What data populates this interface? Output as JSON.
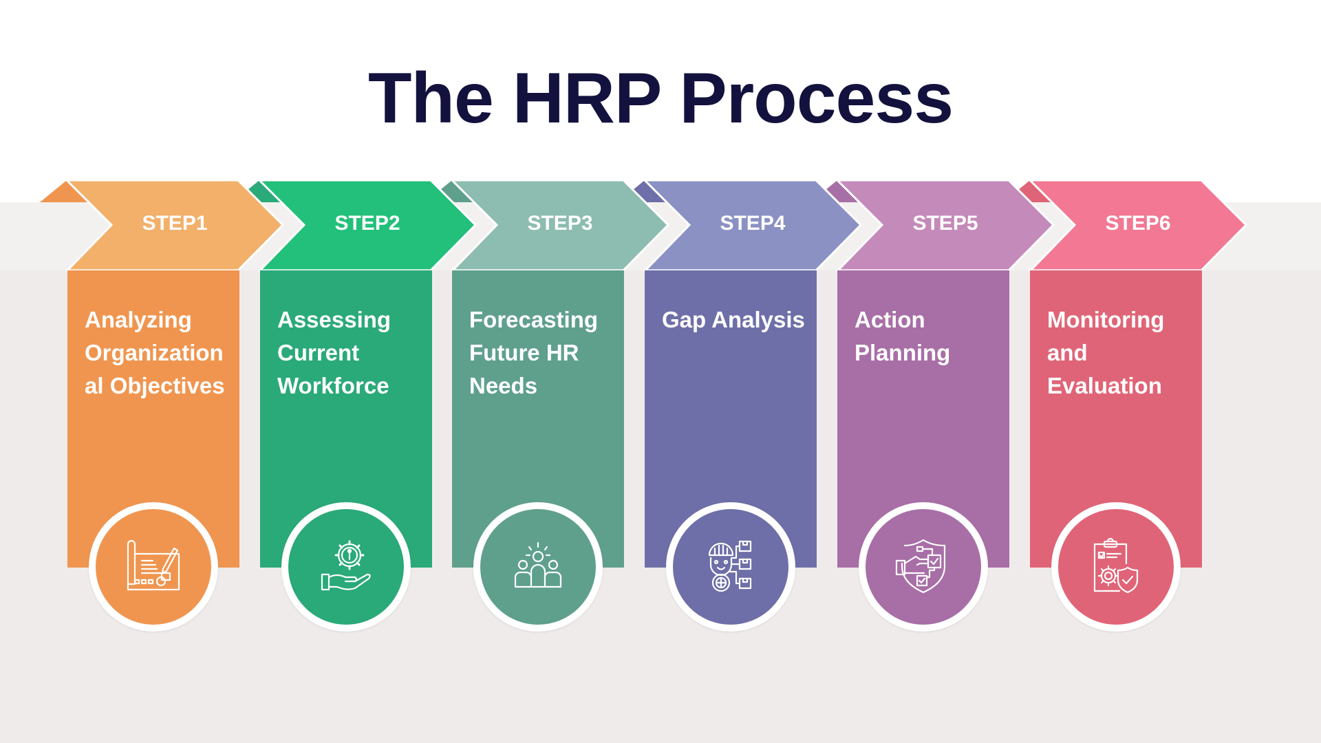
{
  "title": "The HRP Process",
  "colors": {
    "title": "#13123e",
    "band": "#f2f1f0",
    "background_lower": "#efebea"
  },
  "steps": [
    {
      "label": "STEP1",
      "text": "Analyzing\nOrganization\nal Objectives",
      "icon": "blueprint-plan-icon",
      "header_color": "#f2b06b",
      "body_color": "#f0954f"
    },
    {
      "label": "STEP2",
      "text": "Assessing\nCurrent\nWorkforce",
      "icon": "hand-gear-person-icon",
      "header_color": "#22c07a",
      "body_color": "#2aa979"
    },
    {
      "label": "STEP3",
      "text": "Forecasting\nFuture HR\nNeeds",
      "icon": "team-idea-icon",
      "header_color": "#8dbcb0",
      "body_color": "#5fa08c"
    },
    {
      "label": "STEP4",
      "text": "Gap Analysis",
      "icon": "worker-boxes-icon",
      "header_color": "#8b91c3",
      "body_color": "#6e6fa8"
    },
    {
      "label": "STEP5",
      "text": "Action\nPlanning",
      "icon": "shield-hand-checklist-icon",
      "header_color": "#c48aba",
      "body_color": "#a86ea6"
    },
    {
      "label": "STEP6",
      "text": "Monitoring\nand\nEvaluation",
      "icon": "clipboard-gear-shield-icon",
      "header_color": "#f27893",
      "body_color": "#e06477"
    }
  ]
}
